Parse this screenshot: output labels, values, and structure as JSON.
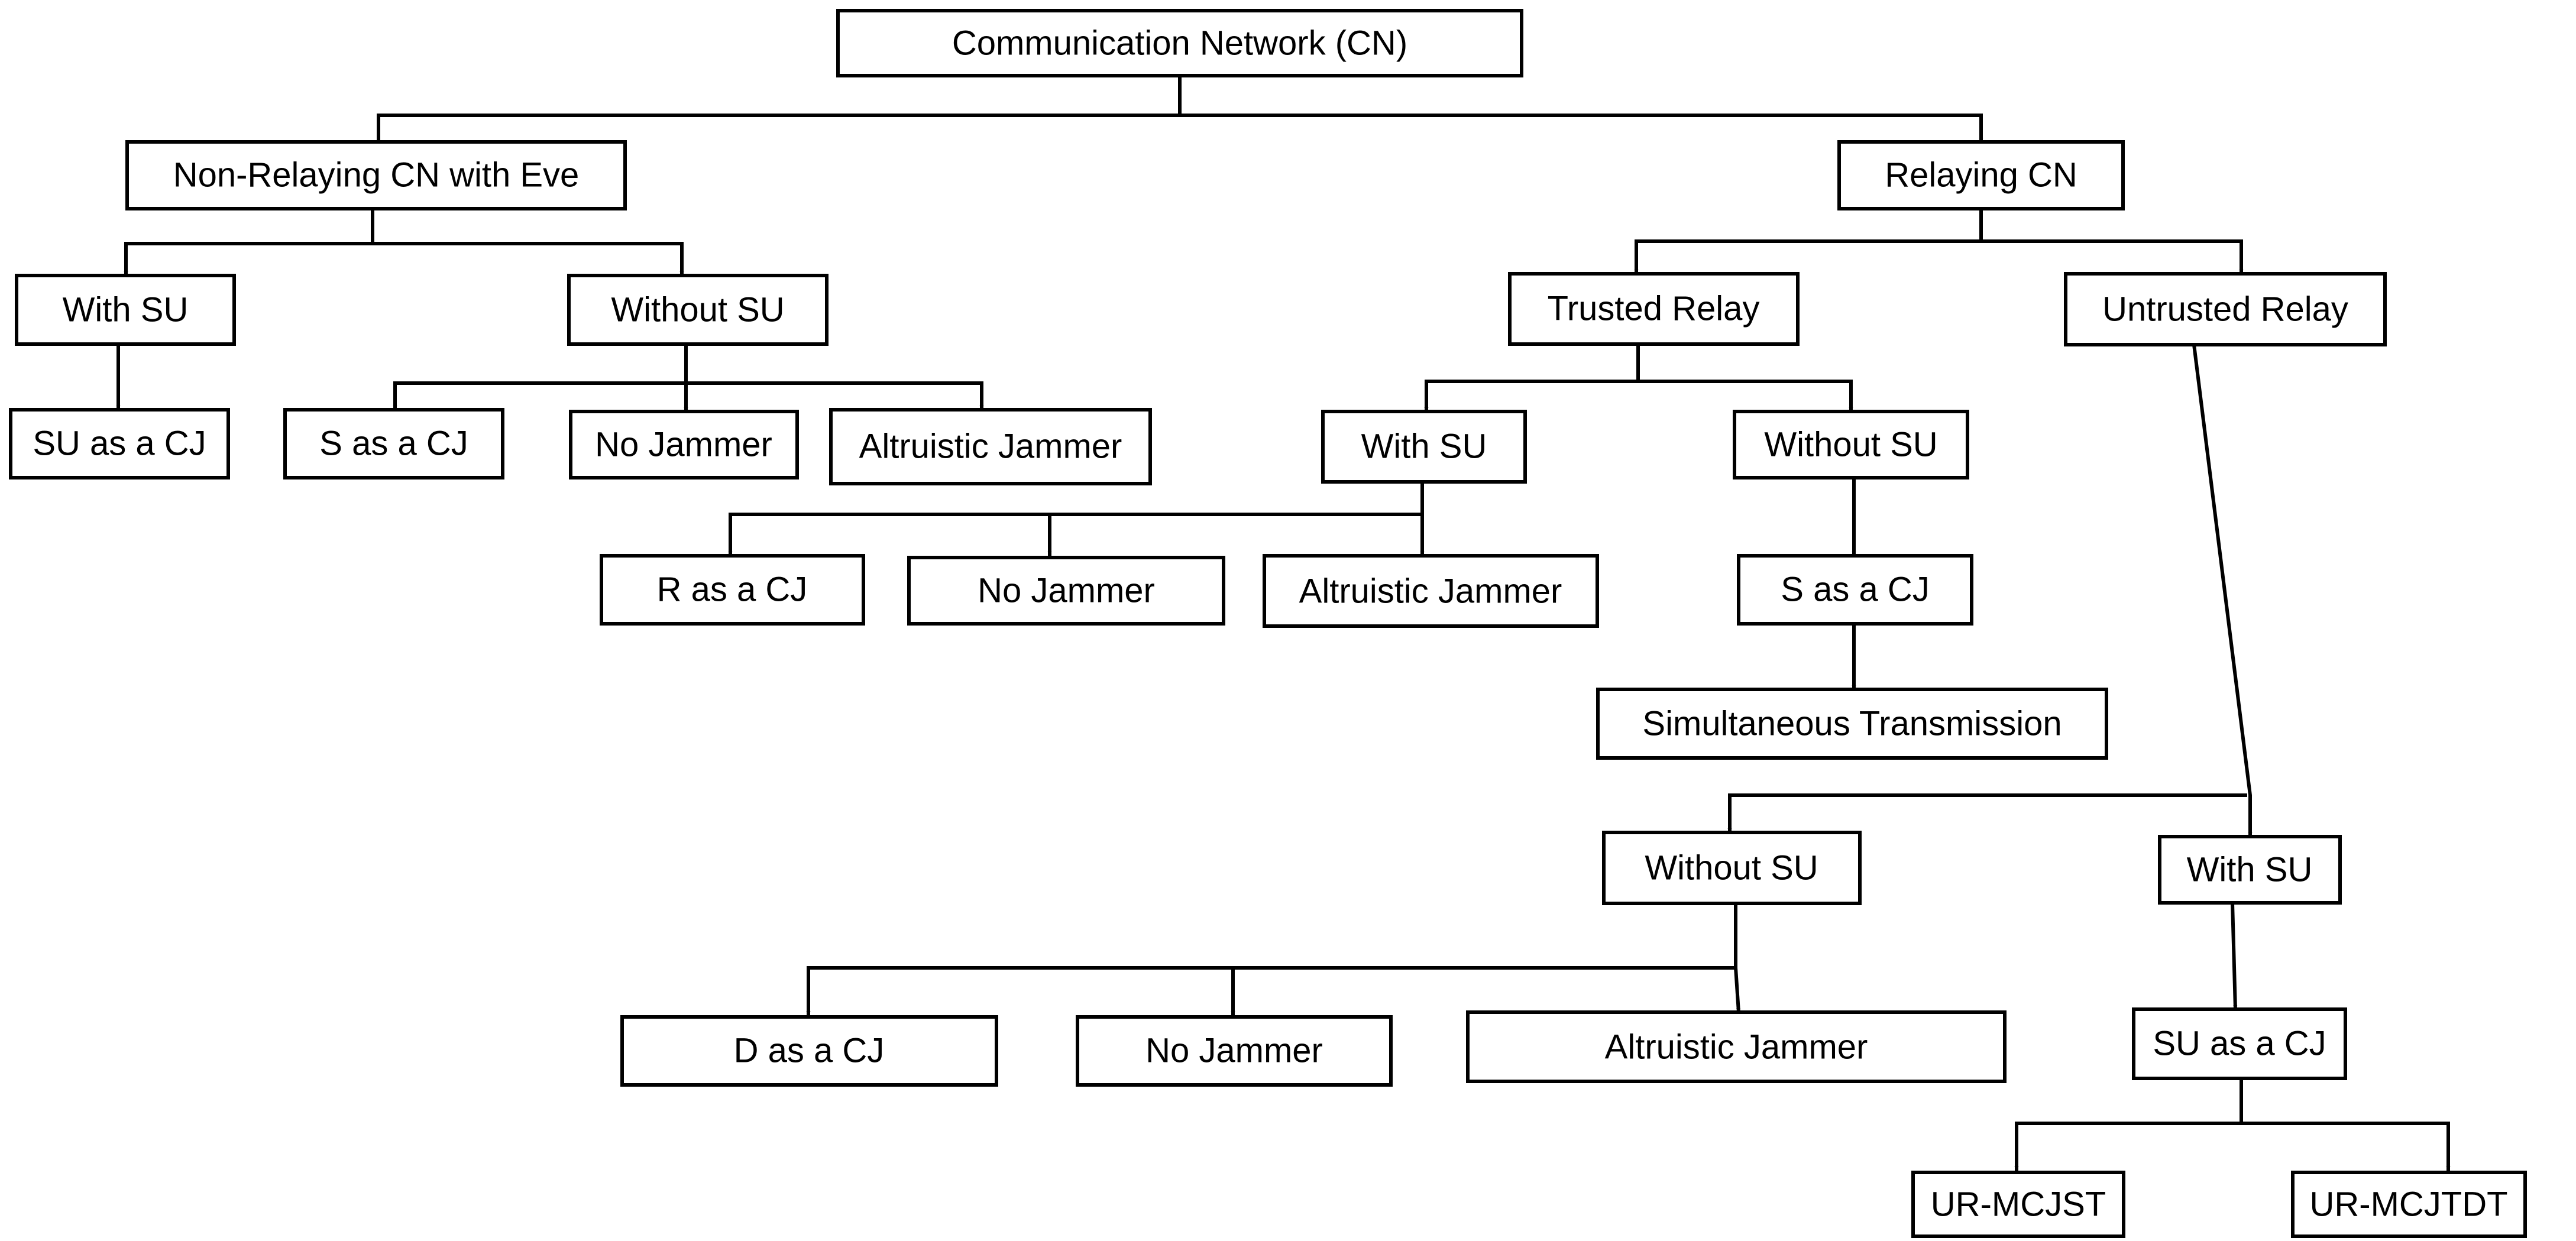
{
  "diagram": {
    "type": "tree",
    "nodes": [
      {
        "id": "cn",
        "label": "Communication Network (CN)"
      },
      {
        "id": "nrcn",
        "label": "Non-Relaying CN with Eve"
      },
      {
        "id": "rcn",
        "label": "Relaying CN"
      },
      {
        "id": "nr_with_su",
        "label": "With SU"
      },
      {
        "id": "nr_without_su",
        "label": "Without SU"
      },
      {
        "id": "nr_su_cj",
        "label": "SU as a CJ"
      },
      {
        "id": "nr_s_cj",
        "label": "S as a CJ"
      },
      {
        "id": "nr_no_jam",
        "label": "No Jammer"
      },
      {
        "id": "nr_alt_jam",
        "label": "Altruistic Jammer"
      },
      {
        "id": "trusted",
        "label": "Trusted Relay"
      },
      {
        "id": "untrusted",
        "label": "Untrusted Relay"
      },
      {
        "id": "tr_with_su",
        "label": "With SU"
      },
      {
        "id": "tr_without_su",
        "label": "Without SU"
      },
      {
        "id": "tr_r_cj",
        "label": "R as a CJ"
      },
      {
        "id": "tr_no_jam",
        "label": "No Jammer"
      },
      {
        "id": "tr_alt_jam",
        "label": "Altruistic Jammer"
      },
      {
        "id": "tr_s_cj",
        "label": "S as a CJ"
      },
      {
        "id": "tr_sim_tx",
        "label": "Simultaneous Transmission"
      },
      {
        "id": "ur_without_su",
        "label": "Without SU"
      },
      {
        "id": "ur_with_su",
        "label": "With SU"
      },
      {
        "id": "ur_d_cj",
        "label": "D as a CJ"
      },
      {
        "id": "ur_no_jam",
        "label": "No Jammer"
      },
      {
        "id": "ur_alt_jam",
        "label": "Altruistic Jammer"
      },
      {
        "id": "ur_su_cj",
        "label": "SU as a CJ"
      },
      {
        "id": "ur_mcjst",
        "label": "UR-MCJST"
      },
      {
        "id": "ur_mcjtdt",
        "label": "UR-MCJTDT"
      }
    ],
    "edges": [
      {
        "from": "cn",
        "to": "nrcn"
      },
      {
        "from": "cn",
        "to": "rcn"
      },
      {
        "from": "nrcn",
        "to": "nr_with_su"
      },
      {
        "from": "nrcn",
        "to": "nr_without_su"
      },
      {
        "from": "nr_with_su",
        "to": "nr_su_cj"
      },
      {
        "from": "nr_without_su",
        "to": "nr_s_cj"
      },
      {
        "from": "nr_without_su",
        "to": "nr_no_jam"
      },
      {
        "from": "nr_without_su",
        "to": "nr_alt_jam"
      },
      {
        "from": "rcn",
        "to": "trusted"
      },
      {
        "from": "rcn",
        "to": "untrusted"
      },
      {
        "from": "trusted",
        "to": "tr_with_su"
      },
      {
        "from": "trusted",
        "to": "tr_without_su"
      },
      {
        "from": "tr_with_su",
        "to": "tr_r_cj"
      },
      {
        "from": "tr_with_su",
        "to": "tr_no_jam"
      },
      {
        "from": "tr_with_su",
        "to": "tr_alt_jam"
      },
      {
        "from": "tr_without_su",
        "to": "tr_s_cj"
      },
      {
        "from": "tr_s_cj",
        "to": "tr_sim_tx"
      },
      {
        "from": "untrusted",
        "to": "ur_without_su"
      },
      {
        "from": "untrusted",
        "to": "ur_with_su"
      },
      {
        "from": "ur_without_su",
        "to": "ur_d_cj"
      },
      {
        "from": "ur_without_su",
        "to": "ur_no_jam"
      },
      {
        "from": "ur_without_su",
        "to": "ur_alt_jam"
      },
      {
        "from": "ur_with_su",
        "to": "ur_su_cj"
      },
      {
        "from": "ur_su_cj",
        "to": "ur_mcjst"
      },
      {
        "from": "ur_su_cj",
        "to": "ur_mcjtdt"
      }
    ]
  }
}
